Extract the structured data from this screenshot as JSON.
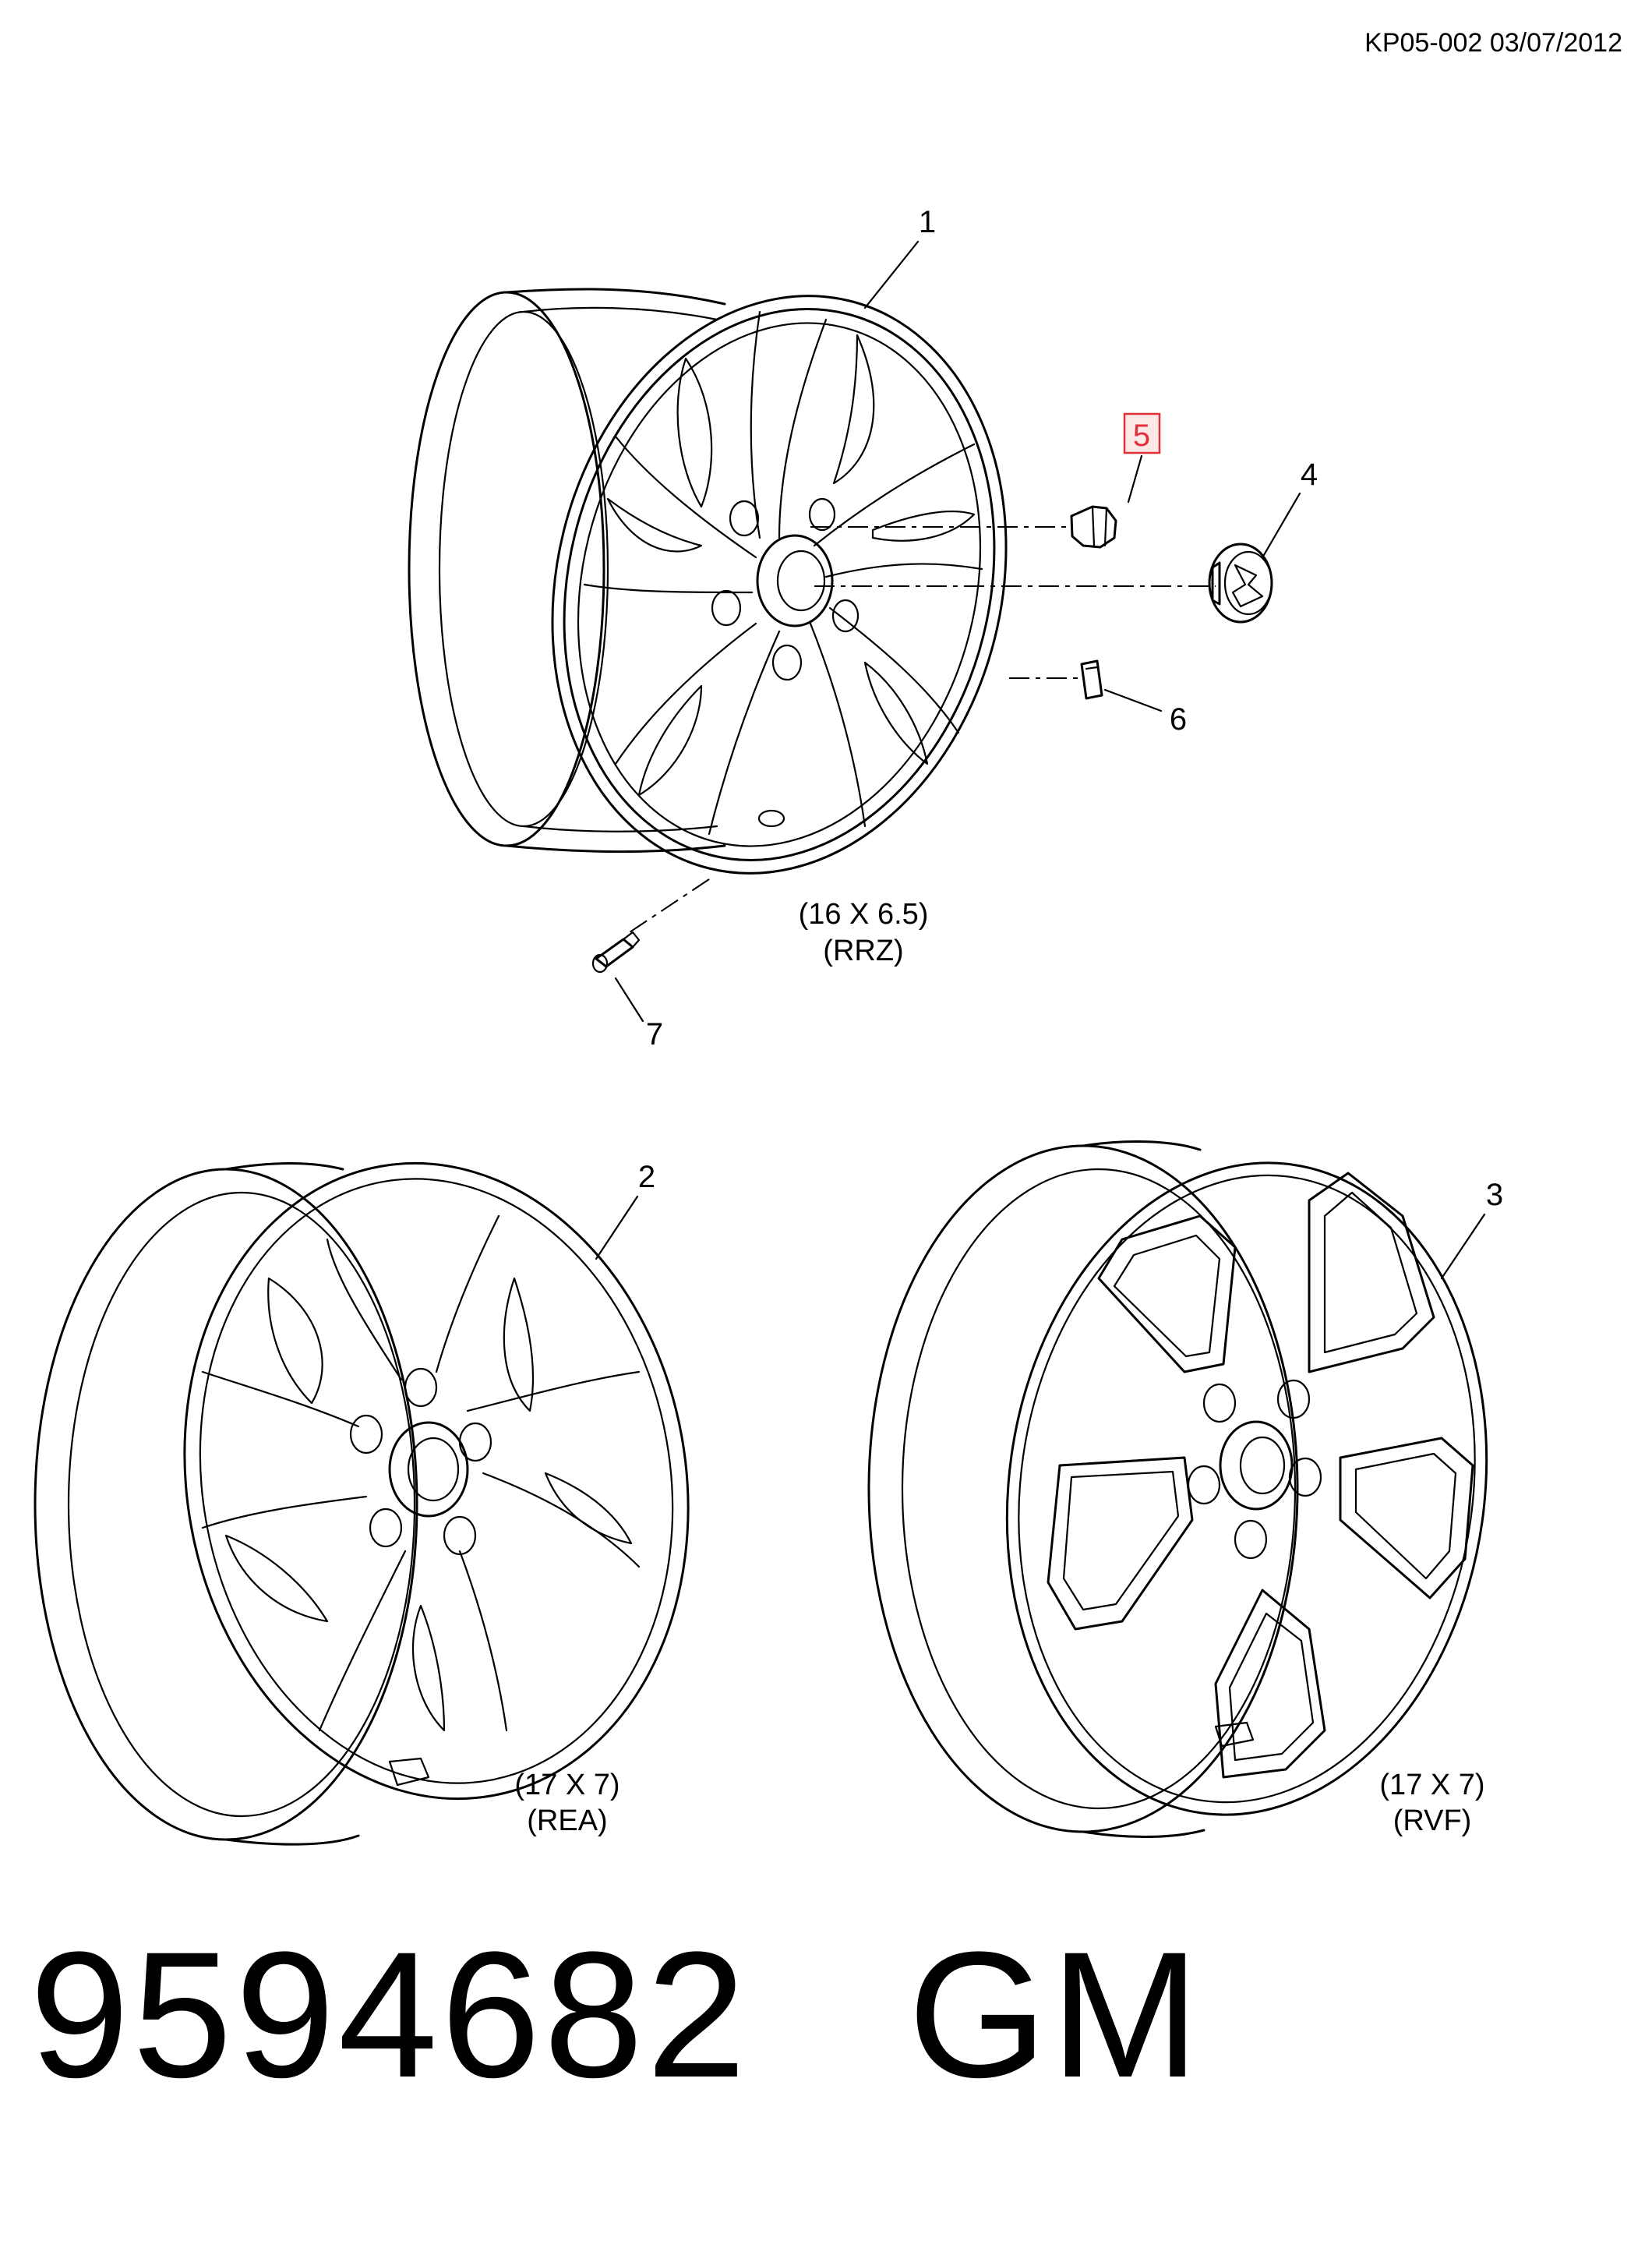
{
  "header": {
    "doc_code": "KP05-002 03/07/2012"
  },
  "callouts": {
    "c1": "1",
    "c2": "2",
    "c3": "3",
    "c4": "4",
    "c5": "5",
    "c6": "6",
    "c7": "7"
  },
  "wheels": {
    "top": {
      "size": "(16 X 6.5)",
      "code": "(RRZ)"
    },
    "left": {
      "size": "(17 X 7)",
      "code": "(REA)"
    },
    "right": {
      "size": "(17 X 7)",
      "code": "(RVF)"
    }
  },
  "footer": {
    "part_number": "9594682",
    "brand": "GM"
  },
  "highlight_color": "#e0303a"
}
